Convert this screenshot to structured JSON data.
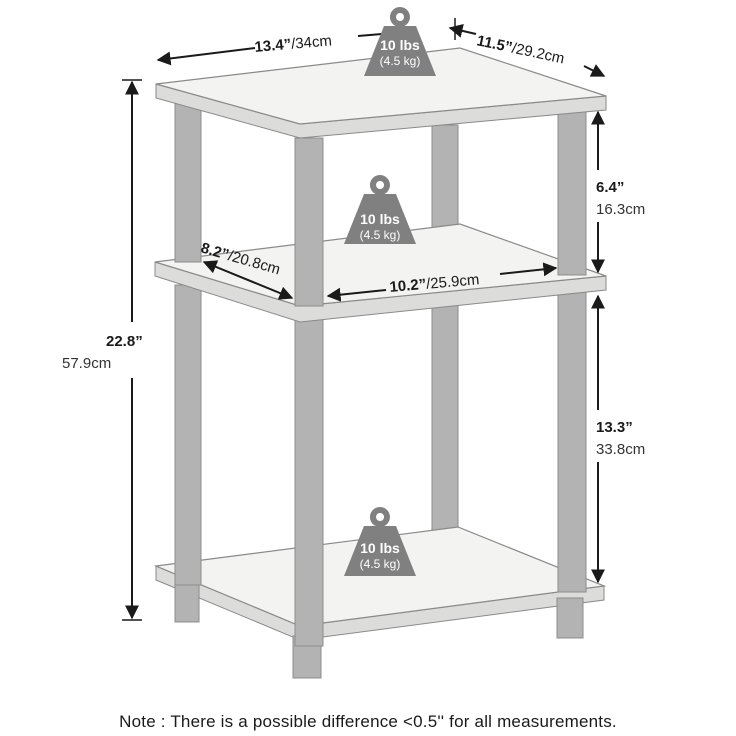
{
  "colors": {
    "board_fill": "#f3f3f1",
    "board_edge": "#8a8a8a",
    "post_fill": "#b3b3b3",
    "post_edge": "#8c8c8c",
    "weight_fill": "#808080",
    "line": "#1a1a1a"
  },
  "icons": [
    "weight-icon"
  ],
  "dimensions": {
    "top_width": {
      "value": "13.4",
      "unit": "”",
      "metric": "/34cm"
    },
    "top_depth": {
      "value": "11.5",
      "unit": "”",
      "metric": "/29.2cm"
    },
    "total_height": {
      "value": "22.8",
      "unit": "”",
      "metric": "57.9cm"
    },
    "upper_gap": {
      "value": "6.4",
      "unit": "”",
      "metric": "16.3cm"
    },
    "lower_gap": {
      "value": "13.3",
      "unit": "”",
      "metric": "33.8cm"
    },
    "inner_depth": {
      "value": "8.2",
      "unit": "”",
      "metric": "/20.8cm"
    },
    "inner_width": {
      "value": "10.2",
      "unit": "”",
      "metric": "/25.9cm"
    }
  },
  "weights": {
    "top": {
      "lbs": "10 lbs",
      "kg": "(4.5 kg)"
    },
    "middle": {
      "lbs": "10 lbs",
      "kg": "(4.5 kg)"
    },
    "bottom": {
      "lbs": "10 lbs",
      "kg": "(4.5 kg)"
    }
  },
  "note": "Note : There is a possible difference <0.5'' for all measurements."
}
